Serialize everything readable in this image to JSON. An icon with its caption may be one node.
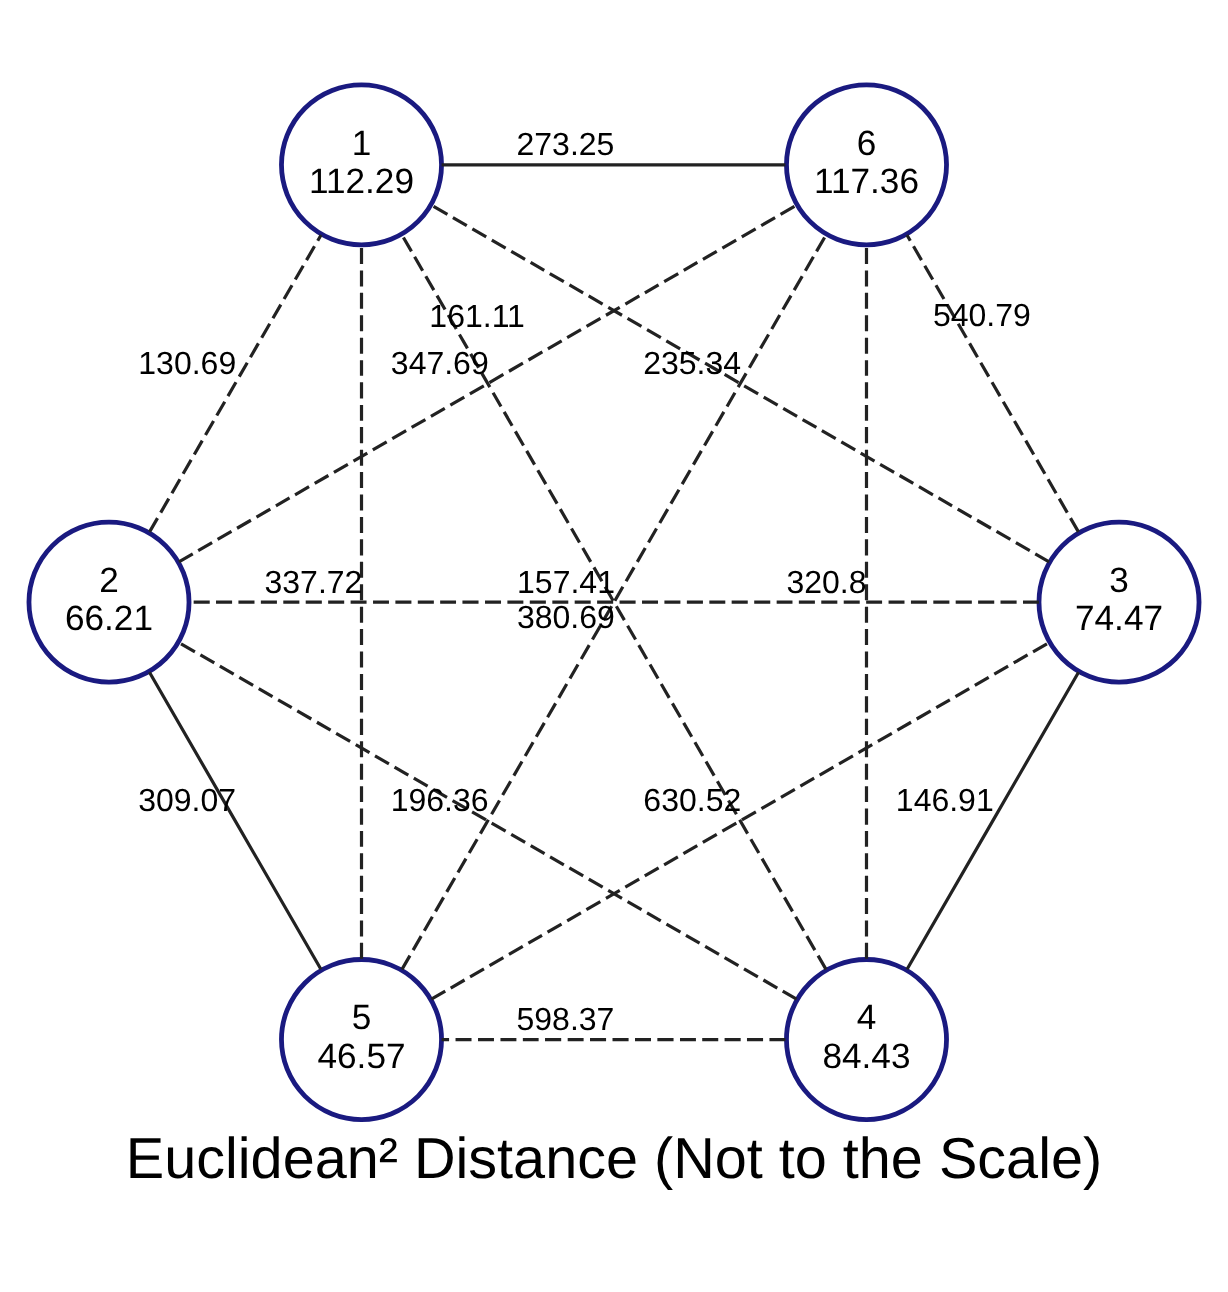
{
  "diagram": {
    "caption": "Euclidean² Distance (Not to the Scale)",
    "nodes": [
      {
        "text": [
          "4",
          "84.43"
        ]
      },
      {
        "text": [
          "3",
          "74.47"
        ]
      },
      {
        "text": [
          "5",
          "46.57"
        ]
      },
      {
        "text": [
          "2",
          "66.21"
        ]
      },
      {
        "text": [
          "6",
          "117.36"
        ]
      },
      {
        "text": [
          "1",
          "112.29"
        ]
      }
    ],
    "edges": [
      {
        "from": 0,
        "to": 1,
        "arrow": "none",
        "label": "146.91"
      },
      {
        "from": 0,
        "to": 2,
        "arrow": "none",
        "label": "598.37",
        "style": "dashed"
      },
      {
        "from": 2,
        "to": 1,
        "arrow": "none",
        "label": "630.52",
        "style": "dashed"
      },
      {
        "from": 0,
        "to": 3,
        "arrow": "none",
        "label": "196.36",
        "style": "dashed"
      },
      {
        "from": 1,
        "to": 3,
        "arrow": "none",
        "label": "157.41",
        "style": "dashed"
      },
      {
        "from": 2,
        "to": 3,
        "arrow": "none",
        "label": "309.07"
      },
      {
        "from": 0,
        "to": 4,
        "arrow": "none",
        "label": "320.8",
        "style": "dashed"
      },
      {
        "from": 1,
        "to": 4,
        "arrow": "none",
        "label": "540.79",
        "style": "dashed"
      },
      {
        "from": 0,
        "to": 5,
        "arrow": "none",
        "label": "161.11",
        "style": "dashed"
      },
      {
        "from": 1,
        "to": 5,
        "arrow": "none",
        "label": "235.34",
        "style": "dashed"
      },
      {
        "from": 3,
        "to": 5,
        "arrow": "none",
        "label": "130.69",
        "style": "dashed"
      },
      {
        "from": 2,
        "to": 4,
        "arrow": "none",
        "label": "380.69",
        "style": "dashed"
      },
      {
        "from": 3,
        "to": 4,
        "arrow": "none",
        "label": "347.69",
        "style": "dashed"
      },
      {
        "from": 2,
        "to": 5,
        "arrow": "none",
        "label": "337.72",
        "style": "dashed"
      },
      {
        "from": 4,
        "to": 5,
        "arrow": "none",
        "label": "273.25"
      }
    ]
  }
}
